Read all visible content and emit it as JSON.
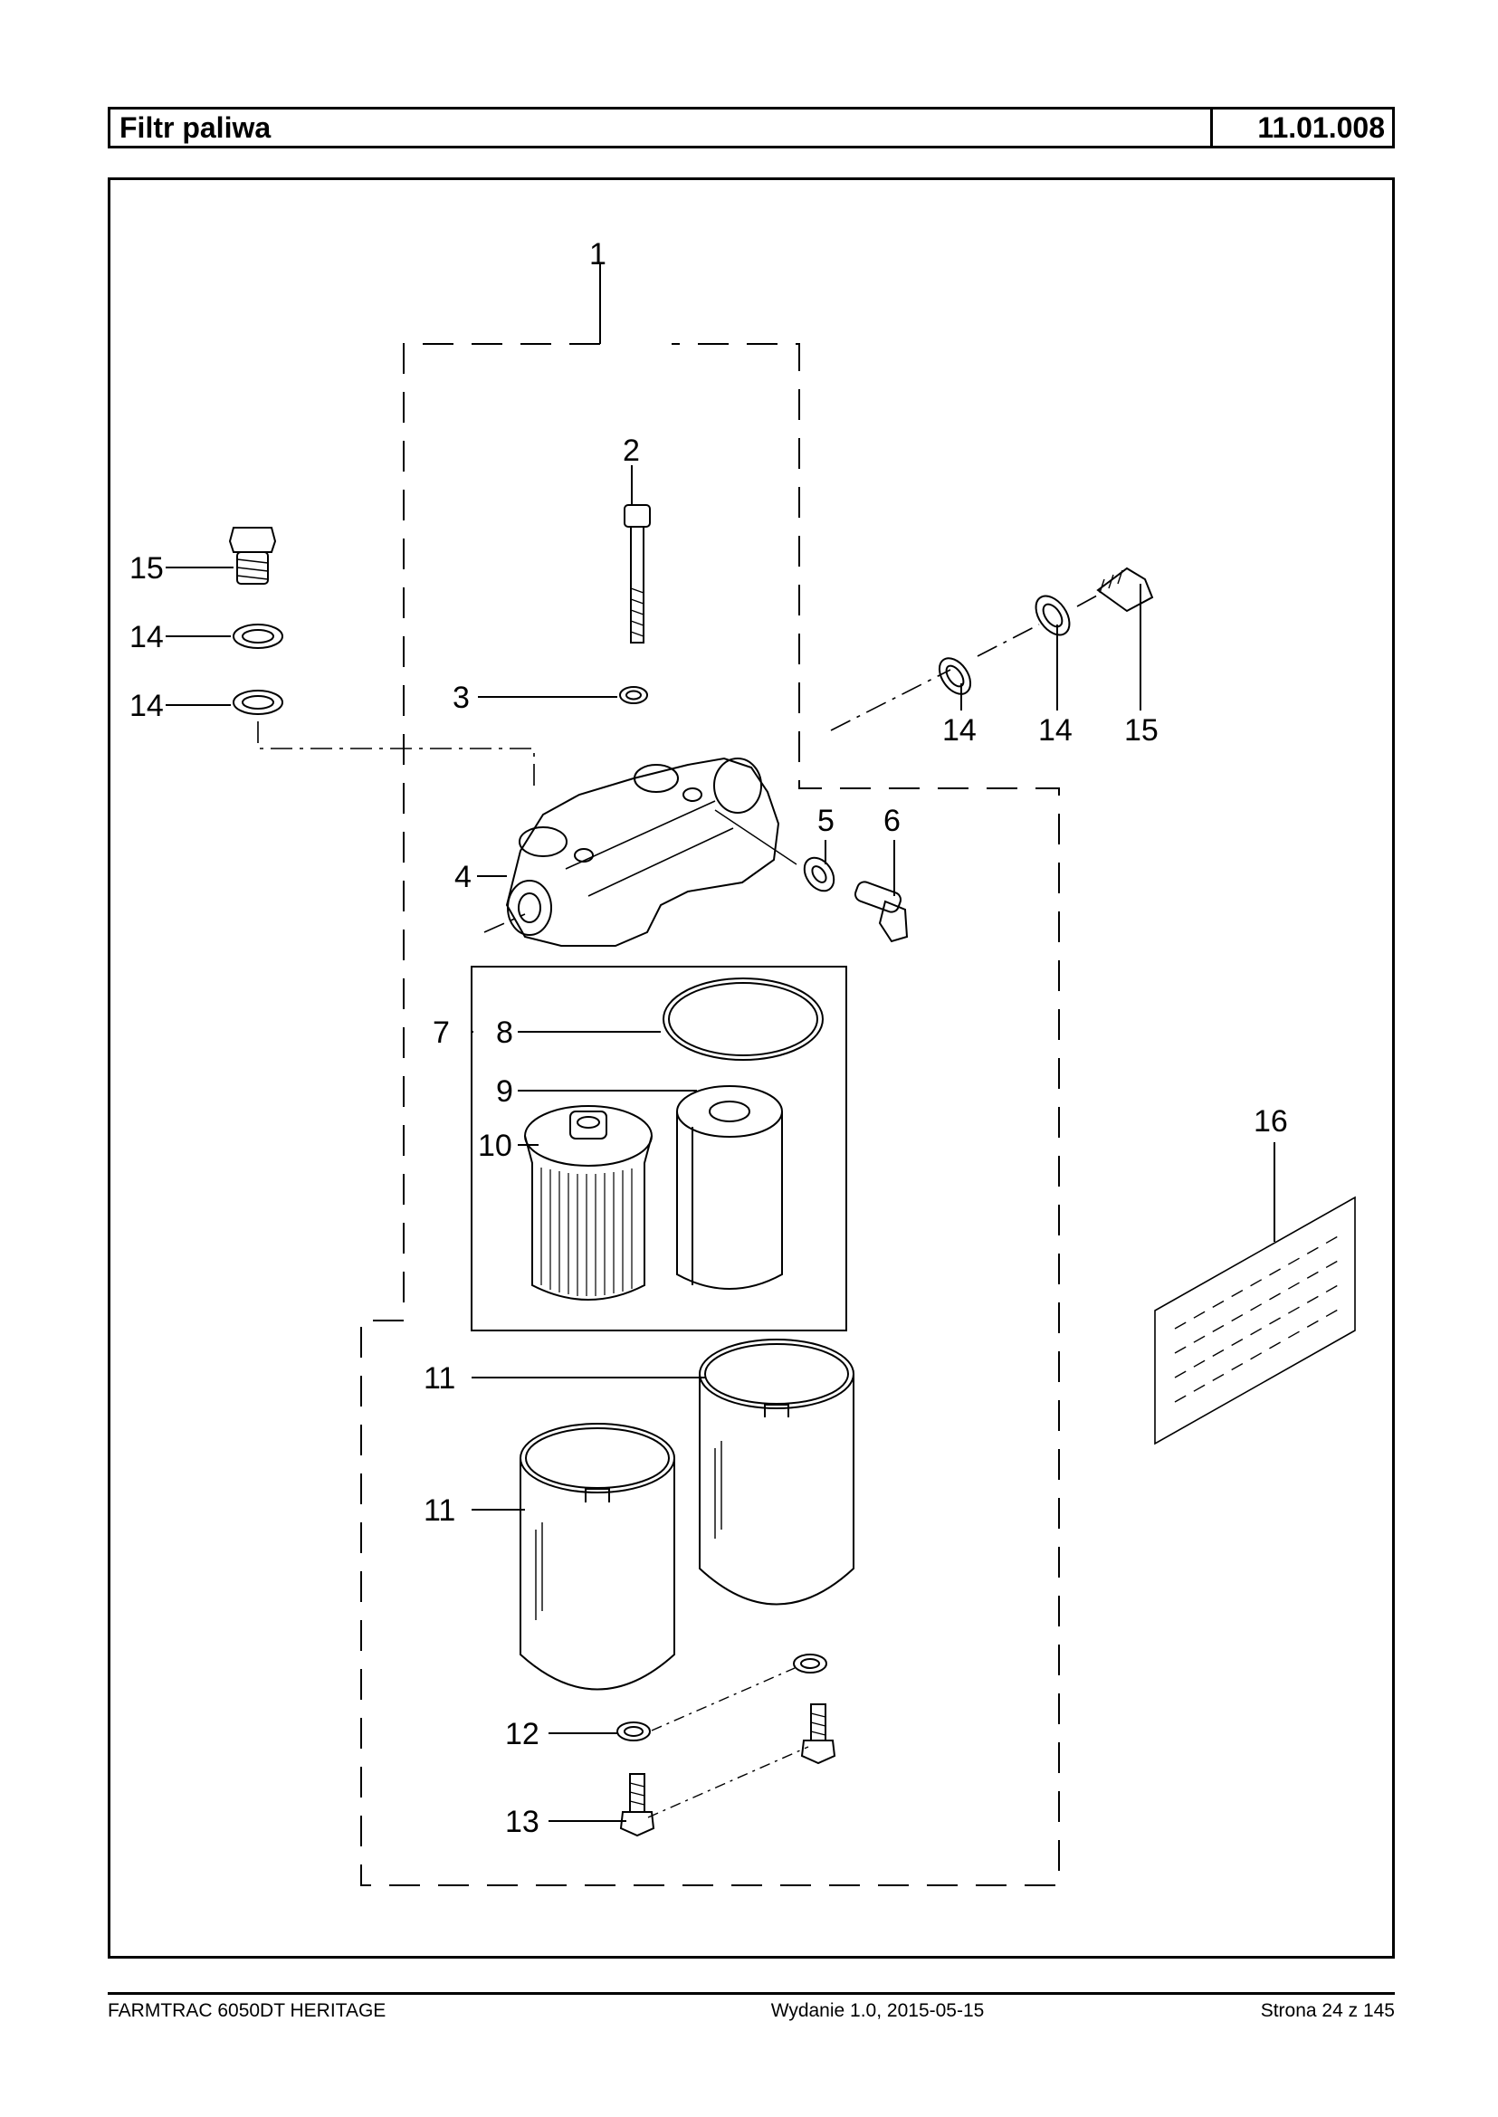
{
  "header": {
    "title": "Filtr paliwa",
    "code": "11.01.008"
  },
  "callouts": [
    "1",
    "2",
    "3",
    "4",
    "5",
    "6",
    "7",
    "8",
    "9",
    "10",
    "11",
    "11",
    "12",
    "13",
    "14",
    "14",
    "14",
    "14",
    "15",
    "15",
    "16"
  ],
  "footer": {
    "left": "FARMTRAC 6050DT HERITAGE",
    "center": "Wydanie 1.0,  2015-05-15",
    "right": "Strona 24 z 145"
  }
}
